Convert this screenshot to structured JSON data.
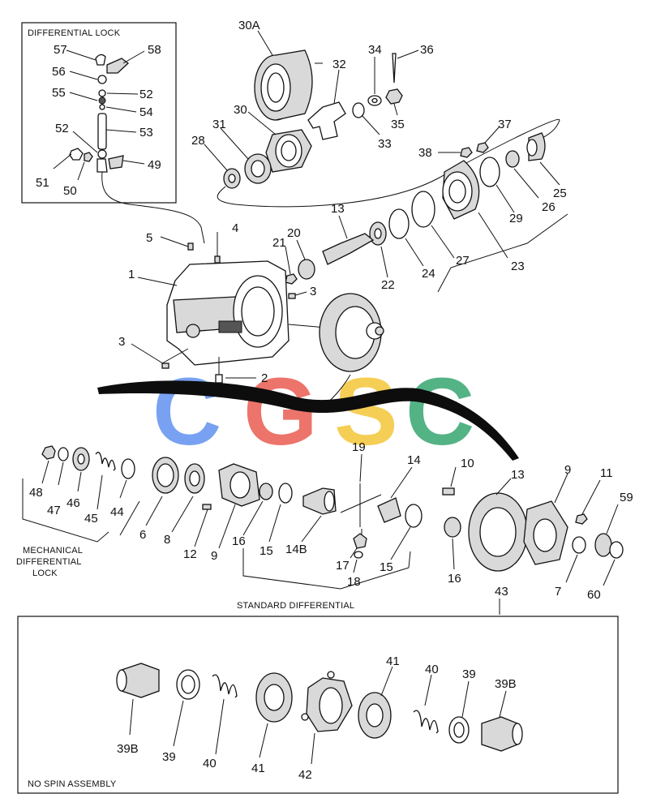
{
  "captions": {
    "differential_lock": "DIFFERENTIAL LOCK",
    "mechanical_lock_1": "MECHANICAL",
    "mechanical_lock_2": "DIFFERENTIAL",
    "mechanical_lock_3": "LOCK",
    "standard_differential": "STANDARD DIFFERENTIAL",
    "no_spin_assembly": "NO SPIN ASSEMBLY"
  },
  "watermark": {
    "text": "CGSC",
    "colors": [
      "#5b8def",
      "#e8564b",
      "#f4c430",
      "#2fa36b"
    ]
  },
  "callouts": {
    "c30A": "30A",
    "c32": "32",
    "c34": "34",
    "c36": "36",
    "c30": "30",
    "c31": "31",
    "c28": "28",
    "c33": "33",
    "c35": "35",
    "c37": "37",
    "c38": "38",
    "c25": "25",
    "c29": "29",
    "c26": "26",
    "c23": "23",
    "c27": "27",
    "c24": "24",
    "c22": "22",
    "c13a": "13",
    "c20": "20",
    "c21": "21",
    "c4": "4",
    "c5": "5",
    "c1": "1",
    "c3a": "3",
    "c3b": "3",
    "c2": "2",
    "c57": "57",
    "c58": "58",
    "c56": "56",
    "c52a": "52",
    "c55": "55",
    "c54": "54",
    "c52b": "52",
    "c53": "53",
    "c51": "51",
    "c50": "50",
    "c49": "49",
    "c48": "48",
    "c47": "47",
    "c46": "46",
    "c45": "45",
    "c44": "44",
    "c6": "6",
    "c8": "8",
    "c12": "12",
    "c9a": "9",
    "c16a": "16",
    "c15a": "15",
    "c14B": "14B",
    "c19": "19",
    "c14": "14",
    "c17": "17",
    "c18": "18",
    "c15b": "15",
    "c10": "10",
    "c13b": "13",
    "c16b": "16",
    "c9b": "9",
    "c11": "11",
    "c59": "59",
    "c7": "7",
    "c60": "60",
    "c43": "43",
    "c39Ba": "39B",
    "c39a": "39",
    "c40a": "40",
    "c41a": "41",
    "c42": "42",
    "c41b": "41",
    "c40b": "40",
    "c39b": "39",
    "c39Bb": "39B"
  }
}
